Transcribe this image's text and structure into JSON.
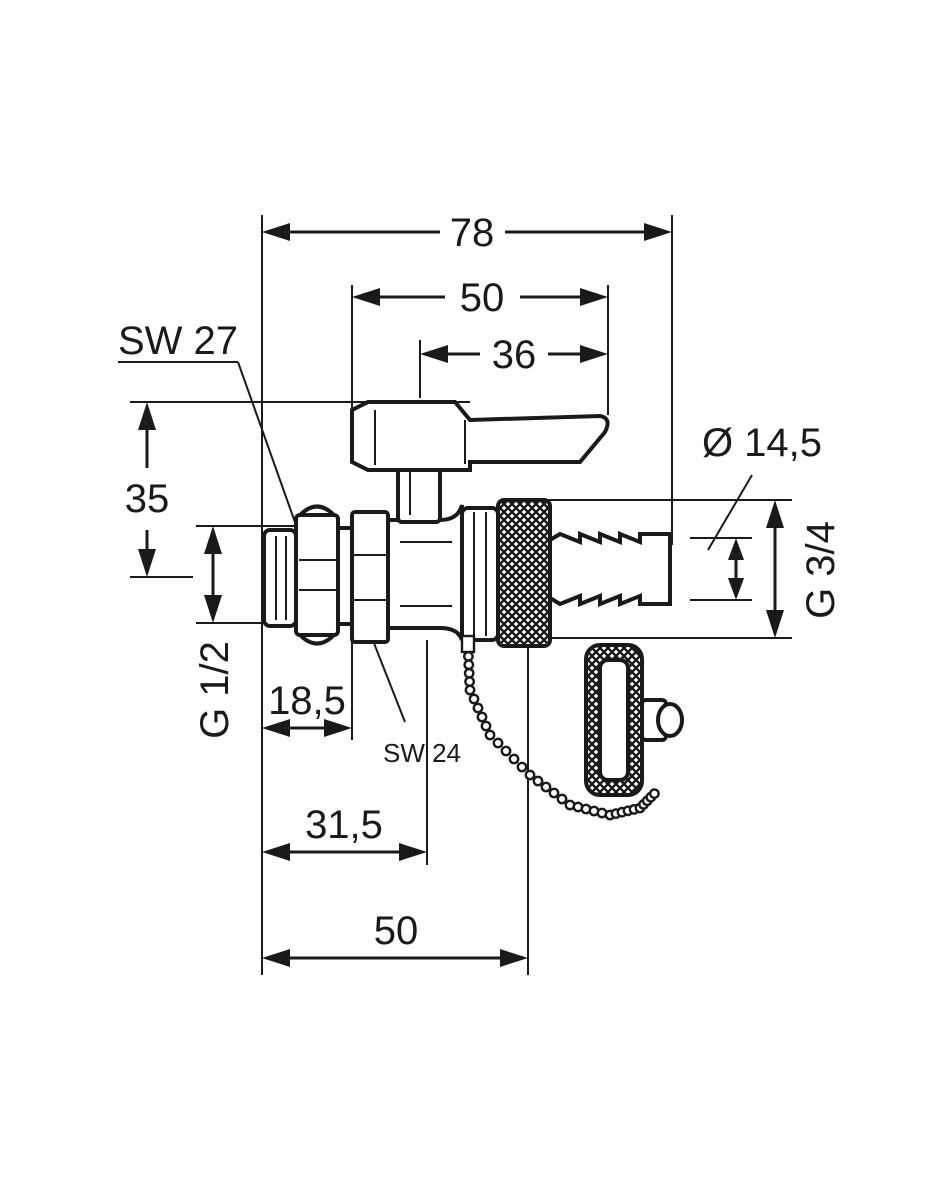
{
  "dimensions": {
    "overall_length": "78",
    "handle_span": "50",
    "handle_offset": "36",
    "height": "35",
    "hex_left": "SW 27",
    "hex_right": "SW 24",
    "hose_diameter": "Ø 14,5",
    "thread_left": "G 1/2",
    "thread_right": "G 3/4",
    "thread_length": "18,5",
    "axis_offset": "31,5",
    "body_length": "50"
  },
  "colors": {
    "ink": "#1a1a1a",
    "background": "#ffffff"
  }
}
